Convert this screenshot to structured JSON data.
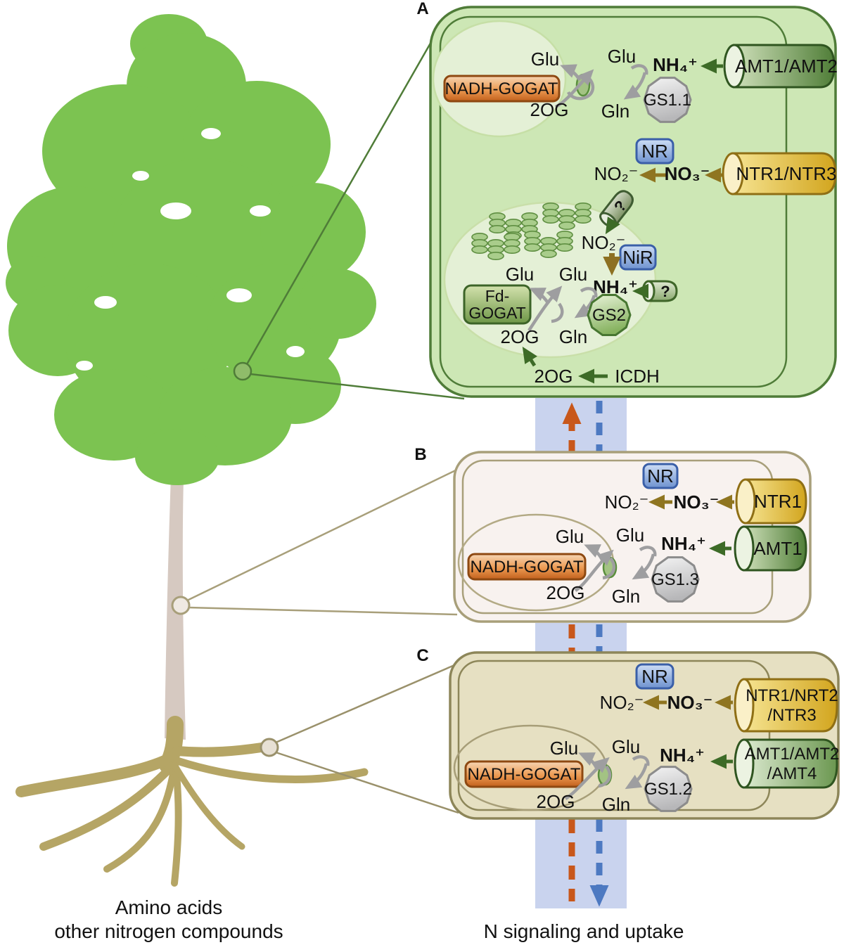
{
  "labels": {
    "a": "A",
    "b": "B",
    "c": "C"
  },
  "footer": {
    "amino_line1": "Amino acids",
    "amino_line2": "other nitrogen compounds",
    "uptake": "N signaling and uptake"
  },
  "pa": {
    "glu_mito": "Glu",
    "glu_cyto": "Glu",
    "nh4": "NH₄⁺",
    "amt": "AMT1/AMT2",
    "gogat": "NADH-GOGAT",
    "og": "2OG",
    "gln": "Gln",
    "gs": "GS1.1",
    "nr": "NR",
    "no2": "NO₂⁻",
    "no3": "NO₃⁻",
    "ntr": "NTR1/NTR3",
    "chl_transporter": "?",
    "chl_no2": "NO₂⁻",
    "nir": "NiR",
    "chl_nh4": "NH₄⁺",
    "nh4_transporter": "?",
    "chl_glu1": "Glu",
    "chl_glu2": "Glu",
    "fd1": "Fd-",
    "fd2": "GOGAT",
    "gs2": "GS2",
    "chl_og": "2OG",
    "chl_gln": "Gln",
    "og_bottom": "2OG",
    "icdh": "ICDH"
  },
  "pb": {
    "nr": "NR",
    "no2": "NO₂⁻",
    "no3": "NO₃⁻",
    "ntr": "NTR1",
    "nh4": "NH₄⁺",
    "amt": "AMT1",
    "glu_mito": "Glu",
    "glu_cyto": "Glu",
    "gogat": "NADH-GOGAT",
    "og": "2OG",
    "gln": "Gln",
    "gs": "GS1.3"
  },
  "pc": {
    "nr": "NR",
    "no2": "NO₂⁻",
    "no3": "NO₃⁻",
    "ntr1": "NTR1/NRT2",
    "ntr2": "/NTR3",
    "nh4": "NH₄⁺",
    "amt1": "AMT1/AMT2",
    "amt2": "/AMT4",
    "glu_mito": "Glu",
    "glu_cyto": "Glu",
    "gogat": "NADH-GOGAT",
    "og": "2OG",
    "gln": "Gln",
    "gs": "GS1.2"
  },
  "colors": {
    "leaf_panel": "#cde7b5",
    "stem_panel": "#f8f2ef",
    "root_panel": "#e6e0c2",
    "canopy_green": "#7cc351",
    "trunk": "#d6c9c1",
    "roots": "#b5a565",
    "band_blue": "#c9d3ee",
    "signal_up_orange": "#c8571b",
    "signal_down_blue": "#4d79c1",
    "nitrate_arrow_olive": "#8f7520",
    "ammonium_arrow_green": "#3d6b27",
    "nr_box_blue": "#6e92cf",
    "gogat_box_orange": "#ec9a52",
    "ntr_cylinder_yellow": "#d2a51e",
    "amt_cylinder_green": "#507e38"
  }
}
